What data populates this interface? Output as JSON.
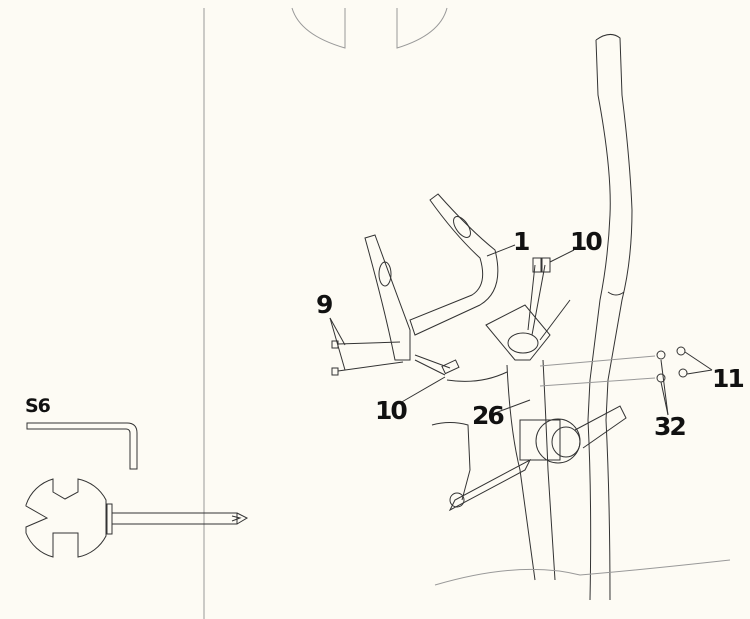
{
  "tools": {
    "allen_key_label": "S6"
  },
  "callouts": [
    {
      "id": "handlebar",
      "text": "1"
    },
    {
      "id": "wire-top",
      "text": "10"
    },
    {
      "id": "bolt",
      "text": "9"
    },
    {
      "id": "wire-left",
      "text": "10"
    },
    {
      "id": "post",
      "text": "26"
    },
    {
      "id": "nut",
      "text": "11"
    },
    {
      "id": "washer",
      "text": "32"
    }
  ],
  "colors": {
    "background": "#fdfbf4",
    "line": "#333333"
  }
}
